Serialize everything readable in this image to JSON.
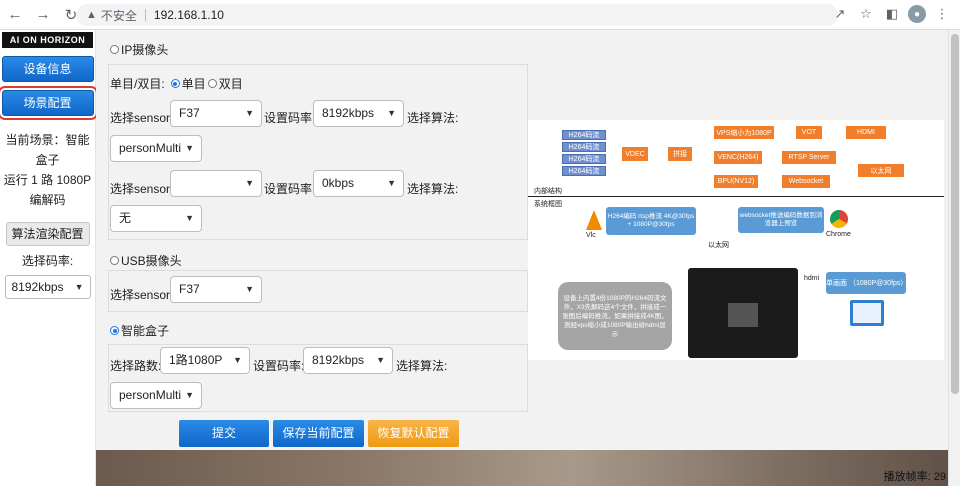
{
  "browser": {
    "security_label": "不安全",
    "url": "192.168.1.10"
  },
  "sidebar": {
    "logo": "AI ON HORIZON",
    "device_info_label": "设备信息",
    "scene_config_label": "场景配置",
    "current_scene": "当前场景：智能盒子",
    "running": "运行 1 路 1080P 编解码",
    "algo_render_label": "算法渲染配置",
    "bitrate_label": "选择码率:",
    "bitrate_value": "8192kbps"
  },
  "ip_camera": {
    "title": "IP摄像头",
    "mode_label": "单目/双目:",
    "mono_label": "单目",
    "stereo_label": "双目",
    "row1": {
      "sensor_label": "选择sensor:",
      "sensor": "F37",
      "bitrate_label": "设置码率:",
      "bitrate": "8192kbps",
      "algo_label": "选择算法:",
      "algo": "personMulti"
    },
    "row2": {
      "sensor_label": "选择sensor:",
      "sensor": "",
      "bitrate_label": "设置码率:",
      "bitrate": "0kbps",
      "algo_label": "选择算法:",
      "algo": "无"
    }
  },
  "usb_camera": {
    "title": "USB摄像头",
    "sensor_label": "选择sensor:",
    "sensor": "F37"
  },
  "smart_box": {
    "title": "智能盒子",
    "channels_label": "选择路数:",
    "channels": "1路1080P",
    "bitrate_label": "设置码率:",
    "bitrate": "8192kbps",
    "algo_label": "选择算法:",
    "algo": "personMulti"
  },
  "actions": {
    "submit": "提交",
    "save": "保存当前配置",
    "restore": "恢复默认配置"
  },
  "diagram": {
    "h264_1": "H264码流",
    "h264_2": "H264码流",
    "h264_3": "H264码流",
    "h264_4": "H264码流",
    "vdec": "VDEC",
    "splice": "拼接",
    "vps": "VPS缩小为1080P",
    "vot": "VOT",
    "hdmi": "HDMI",
    "venc": "VENC(H264)",
    "rtsp": "RTSP Server",
    "bpu": "BPU(NV12)",
    "websocket": "Websocket",
    "ethernet": "以太网",
    "internal": "内部结构",
    "system": "系统框图",
    "vlc": "Vlc",
    "chrome": "Chrome",
    "rtsp_note": "H264编码 rtsp推流 4K@30fps + 1080P@30fps",
    "ws_note": "websocket推送编码数据到浏览器上预览",
    "ethernet2": "以太网",
    "hdmi2": "hdmi",
    "single": "单画面 （1080P@30fps）",
    "desc": "设备上内置4份1080P的H264码流文件，X3先解码这4个文件，拼接成一张图后编码推流，如果拼接成4K图，则经vps缩小成1080P输出给hdmi显示"
  },
  "video": {
    "fps_text": "播放帧率: 29"
  }
}
